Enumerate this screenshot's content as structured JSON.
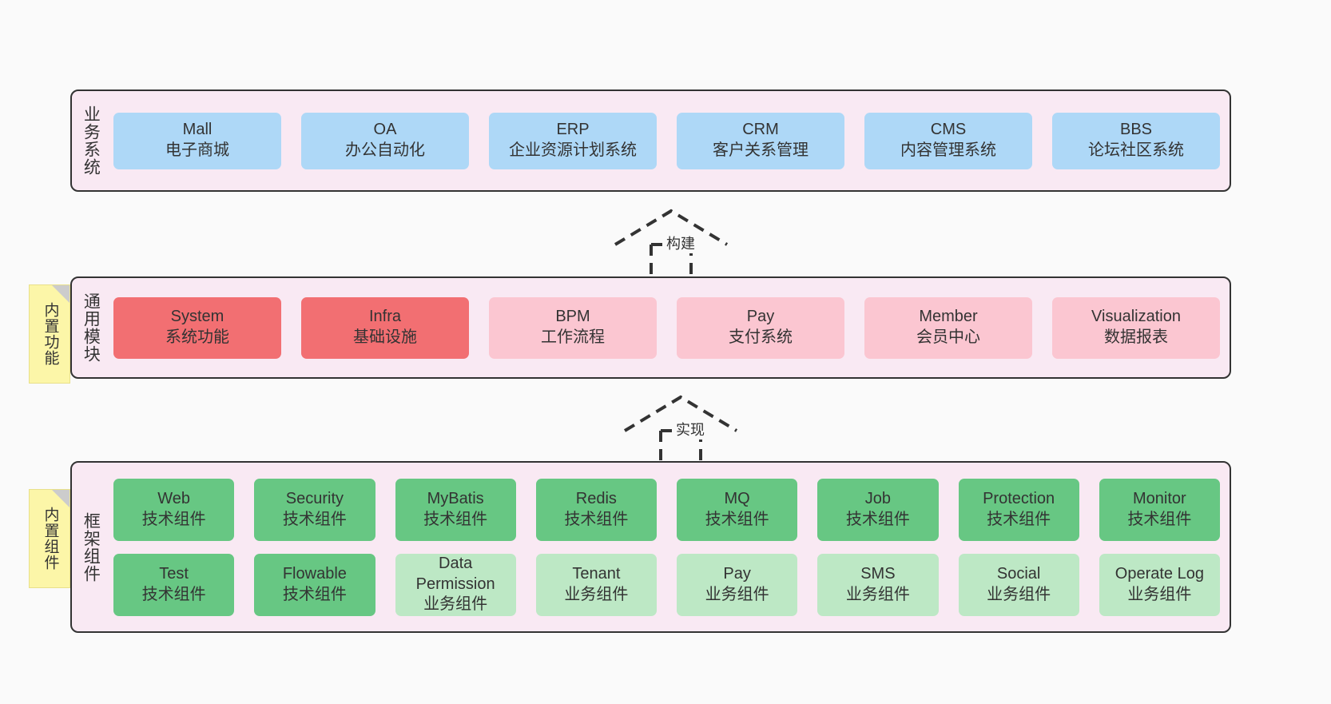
{
  "diagram": {
    "background": "#fafafa",
    "palette": {
      "panel_bg": "#f9e9f3",
      "panel_border": "#333333",
      "blue": "#aed8f7",
      "red": "#f26f72",
      "pink": "#fbc6d1",
      "green": "#67c783",
      "light_green": "#bde8c5",
      "note_yellow": "#fcf6a8",
      "note_fold": "#cccccc"
    }
  },
  "sections": {
    "business": {
      "title": "业务系统",
      "cards": [
        {
          "name": "Mall",
          "desc": "电子商城"
        },
        {
          "name": "OA",
          "desc": "办公自动化"
        },
        {
          "name": "ERP",
          "desc": "企业资源计划系统"
        },
        {
          "name": "CRM",
          "desc": "客户关系管理"
        },
        {
          "name": "CMS",
          "desc": "内容管理系统"
        },
        {
          "name": "BBS",
          "desc": "论坛社区系统"
        }
      ]
    },
    "common": {
      "title": "通用模块",
      "note": "内置功能",
      "cards": [
        {
          "name": "System",
          "desc": "系统功能"
        },
        {
          "name": "Infra",
          "desc": "基础设施"
        },
        {
          "name": "BPM",
          "desc": "工作流程"
        },
        {
          "name": "Pay",
          "desc": "支付系统"
        },
        {
          "name": "Member",
          "desc": "会员中心"
        },
        {
          "name": "Visualization",
          "desc": "数据报表"
        }
      ]
    },
    "framework": {
      "title": "框架组件",
      "note": "内置组件",
      "row1": [
        {
          "name": "Web",
          "desc": "技术组件"
        },
        {
          "name": "Security",
          "desc": "技术组件"
        },
        {
          "name": "MyBatis",
          "desc": "技术组件"
        },
        {
          "name": "Redis",
          "desc": "技术组件"
        },
        {
          "name": "MQ",
          "desc": "技术组件"
        },
        {
          "name": "Job",
          "desc": "技术组件"
        },
        {
          "name": "Protection",
          "desc": "技术组件"
        },
        {
          "name": "Monitor",
          "desc": "技术组件"
        }
      ],
      "row2": [
        {
          "name": "Test",
          "desc": "技术组件"
        },
        {
          "name": "Flowable",
          "desc": "技术组件"
        },
        {
          "name": "Data Permission",
          "desc": "业务组件"
        },
        {
          "name": "Tenant",
          "desc": "业务组件"
        },
        {
          "name": "Pay",
          "desc": "业务组件"
        },
        {
          "name": "SMS",
          "desc": "业务组件"
        },
        {
          "name": "Social",
          "desc": "业务组件"
        },
        {
          "name": "Operate Log",
          "desc": "业务组件"
        }
      ]
    }
  },
  "connectors": [
    {
      "id": "build",
      "label": "构建",
      "style": "dashed-generalization"
    },
    {
      "id": "realize",
      "label": "实现",
      "style": "dashed-generalization"
    }
  ]
}
